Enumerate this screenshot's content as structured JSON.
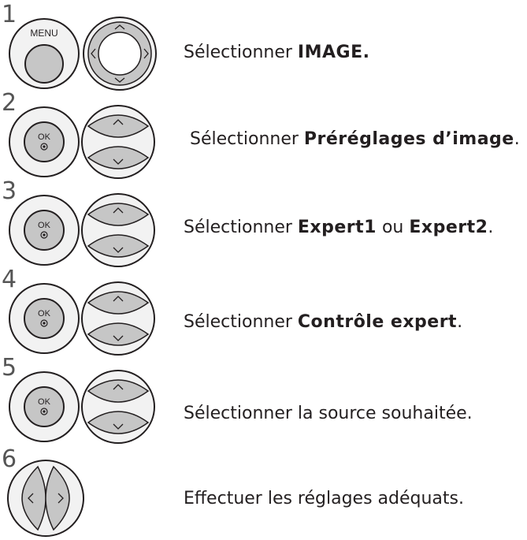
{
  "steps": [
    {
      "num": "1",
      "menu_label": "MENU",
      "pre": "Sélectionner ",
      "b1": "IMAGE.",
      "mid": "",
      "b2": "",
      "post": ""
    },
    {
      "num": "2",
      "ok_label": "OK",
      "pre": "Sélectionner ",
      "b1": "Préréglages d’image",
      "mid": "",
      "b2": "",
      "post": "."
    },
    {
      "num": "3",
      "ok_label": "OK",
      "pre": "Sélectionner ",
      "b1": "Expert1",
      "mid": " ou ",
      "b2": "Expert2",
      "post": "."
    },
    {
      "num": "4",
      "ok_label": "OK",
      "pre": "Sélectionner ",
      "b1": "Contrôle expert",
      "mid": "",
      "b2": "",
      "post": "."
    },
    {
      "num": "5",
      "ok_label": "OK",
      "pre": "Sélectionner la source souhaitée.",
      "b1": "",
      "mid": "",
      "b2": "",
      "post": ""
    },
    {
      "num": "6",
      "pre": "Effectuer les réglages adéquats.",
      "b1": "",
      "mid": "",
      "b2": "",
      "post": ""
    }
  ]
}
